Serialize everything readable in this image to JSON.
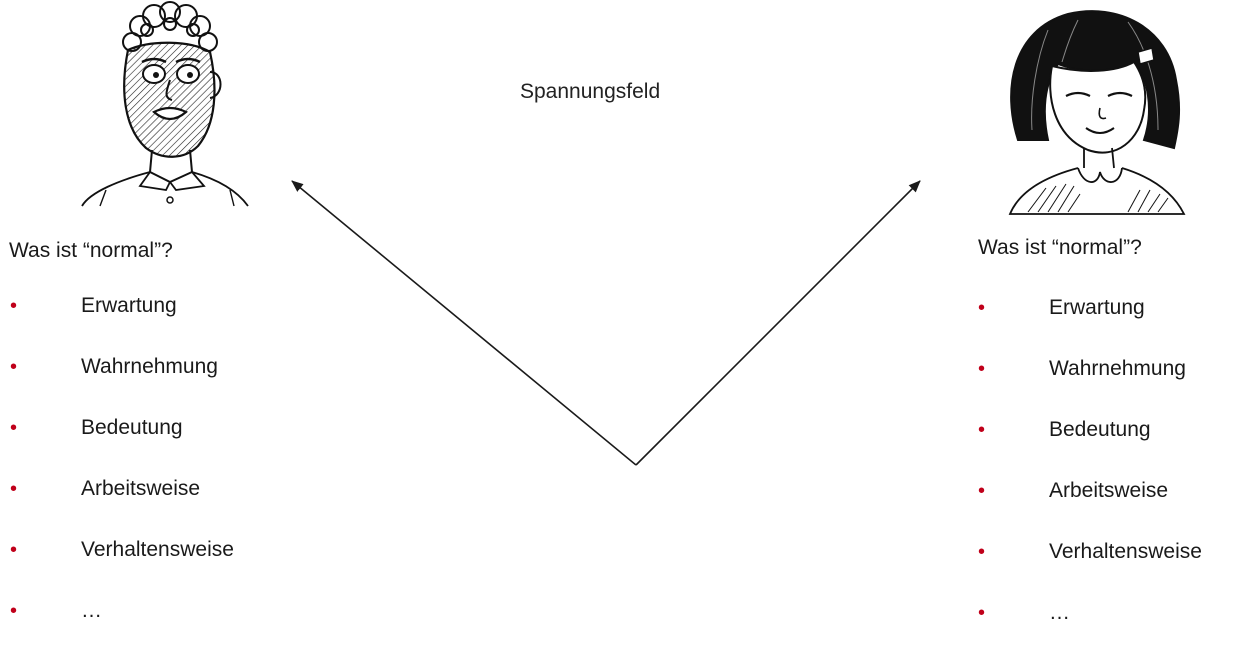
{
  "title": "Spannungsfeld",
  "left": {
    "question": "Was ist “normal”?",
    "items": [
      "Erwartung",
      "Wahrnehmung",
      "Bedeutung",
      "Arbeitsweise",
      "Verhaltensweise",
      "…"
    ]
  },
  "right": {
    "question": "Was ist “normal”?",
    "items": [
      "Erwartung",
      "Wahrnehmung",
      "Bedeutung",
      "Arbeitsweise",
      "Verhaltensweise",
      "…"
    ]
  },
  "colors": {
    "bullet": "#c0001a",
    "text": "#1a1a1a",
    "arrow": "#1a1a1a"
  }
}
